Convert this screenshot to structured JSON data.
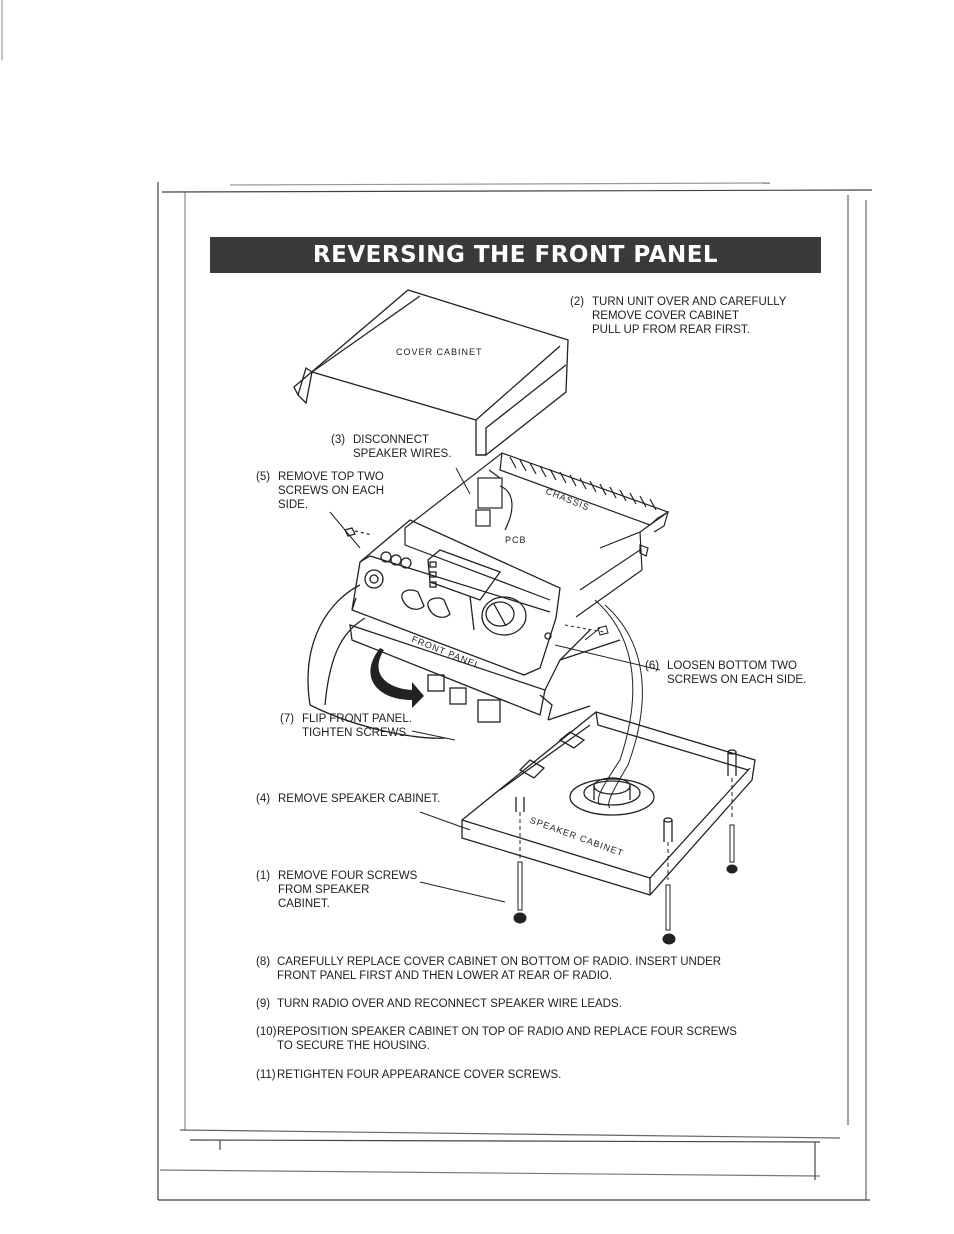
{
  "title": "REVERSING THE FRONT PANEL",
  "diagram_labels": {
    "cover_cabinet": "COVER CABINET",
    "chassis": "CHASSIS",
    "pcb": "PCB",
    "front_panel": "FRONT PANEL",
    "speaker_cabinet": "SPEAKER CABINET"
  },
  "callouts": {
    "c2": {
      "num": "(2)",
      "lines": [
        "TURN UNIT OVER AND CAREFULLY",
        "REMOVE COVER CABINET",
        "PULL UP FROM REAR FIRST."
      ]
    },
    "c3": {
      "num": "(3)",
      "lines": [
        "DISCONNECT",
        "SPEAKER WIRES."
      ]
    },
    "c5": {
      "num": "(5)",
      "lines": [
        "REMOVE TOP TWO",
        "SCREWS ON EACH",
        "SIDE."
      ]
    },
    "c6": {
      "num": "(6)",
      "lines": [
        "LOOSEN BOTTOM TWO",
        "SCREWS ON EACH SIDE."
      ]
    },
    "c7": {
      "num": "(7)",
      "lines": [
        "FLIP FRONT PANEL.",
        "TIGHTEN SCREWS."
      ]
    },
    "c4": {
      "num": "(4)",
      "lines": [
        "REMOVE SPEAKER CABINET."
      ]
    },
    "c1": {
      "num": "(1)",
      "lines": [
        "REMOVE FOUR SCREWS",
        "FROM SPEAKER",
        "CABINET."
      ]
    }
  },
  "steps": [
    {
      "num": "(8)",
      "lines": [
        "CAREFULLY REPLACE COVER CABINET ON BOTTOM OF RADIO. INSERT UNDER",
        "FRONT PANEL FIRST AND THEN LOWER AT REAR OF RADIO."
      ]
    },
    {
      "num": "(9)",
      "lines": [
        "TURN RADIO OVER AND RECONNECT SPEAKER WIRE LEADS."
      ]
    },
    {
      "num": "(10)",
      "lines": [
        "REPOSITION SPEAKER CABINET ON TOP OF RADIO AND REPLACE FOUR SCREWS",
        "TO SECURE THE HOUSING."
      ]
    },
    {
      "num": "(11)",
      "lines": [
        "RETIGHTEN FOUR APPEARANCE COVER SCREWS."
      ]
    }
  ]
}
